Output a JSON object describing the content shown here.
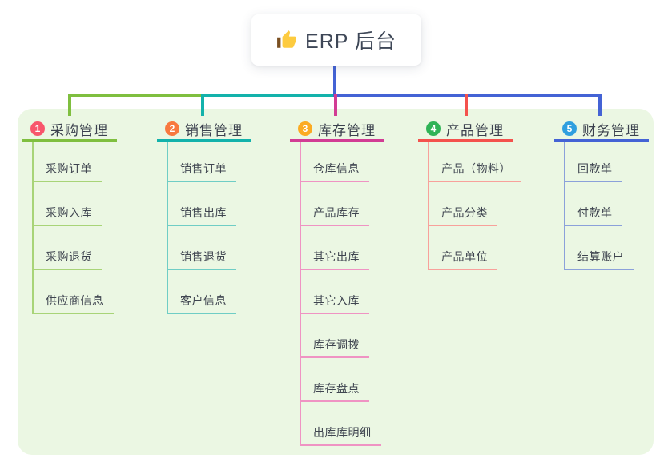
{
  "root": {
    "title": "ERP 后台",
    "icon": "thumbs-up-icon"
  },
  "connector_color": "#4463d5",
  "panel_bg": "#ebf7e3",
  "branches": [
    {
      "number": "1",
      "label": "采购管理",
      "badge_color": "#f8566c",
      "line_color": "#7fbf3f",
      "line_color_light": "#a8d478",
      "children": [
        "采购订单",
        "采购入库",
        "采购退货",
        "供应商信息"
      ]
    },
    {
      "number": "2",
      "label": "销售管理",
      "badge_color": "#f8793f",
      "line_color": "#13b2ab",
      "line_color_light": "#6fcdc5",
      "children": [
        "销售订单",
        "销售出库",
        "销售退货",
        "客户信息"
      ]
    },
    {
      "number": "3",
      "label": "库存管理",
      "badge_color": "#fbab22",
      "line_color": "#d23c94",
      "line_color_light": "#ef93c3",
      "children": [
        "仓库信息",
        "产品库存",
        "其它出库",
        "其它入库",
        "库存调拨",
        "库存盘点",
        "出库库明细"
      ]
    },
    {
      "number": "4",
      "label": "产品管理",
      "badge_color": "#2fb356",
      "line_color": "#f4524d",
      "line_color_light": "#f8a19b",
      "children": [
        "产品（物料）",
        "产品分类",
        "产品单位"
      ]
    },
    {
      "number": "5",
      "label": "财务管理",
      "badge_color": "#2f9fdf",
      "line_color": "#4463d5",
      "line_color_light": "#8ba1da",
      "children": [
        "回款单",
        "付款单",
        "结算账户"
      ]
    }
  ]
}
